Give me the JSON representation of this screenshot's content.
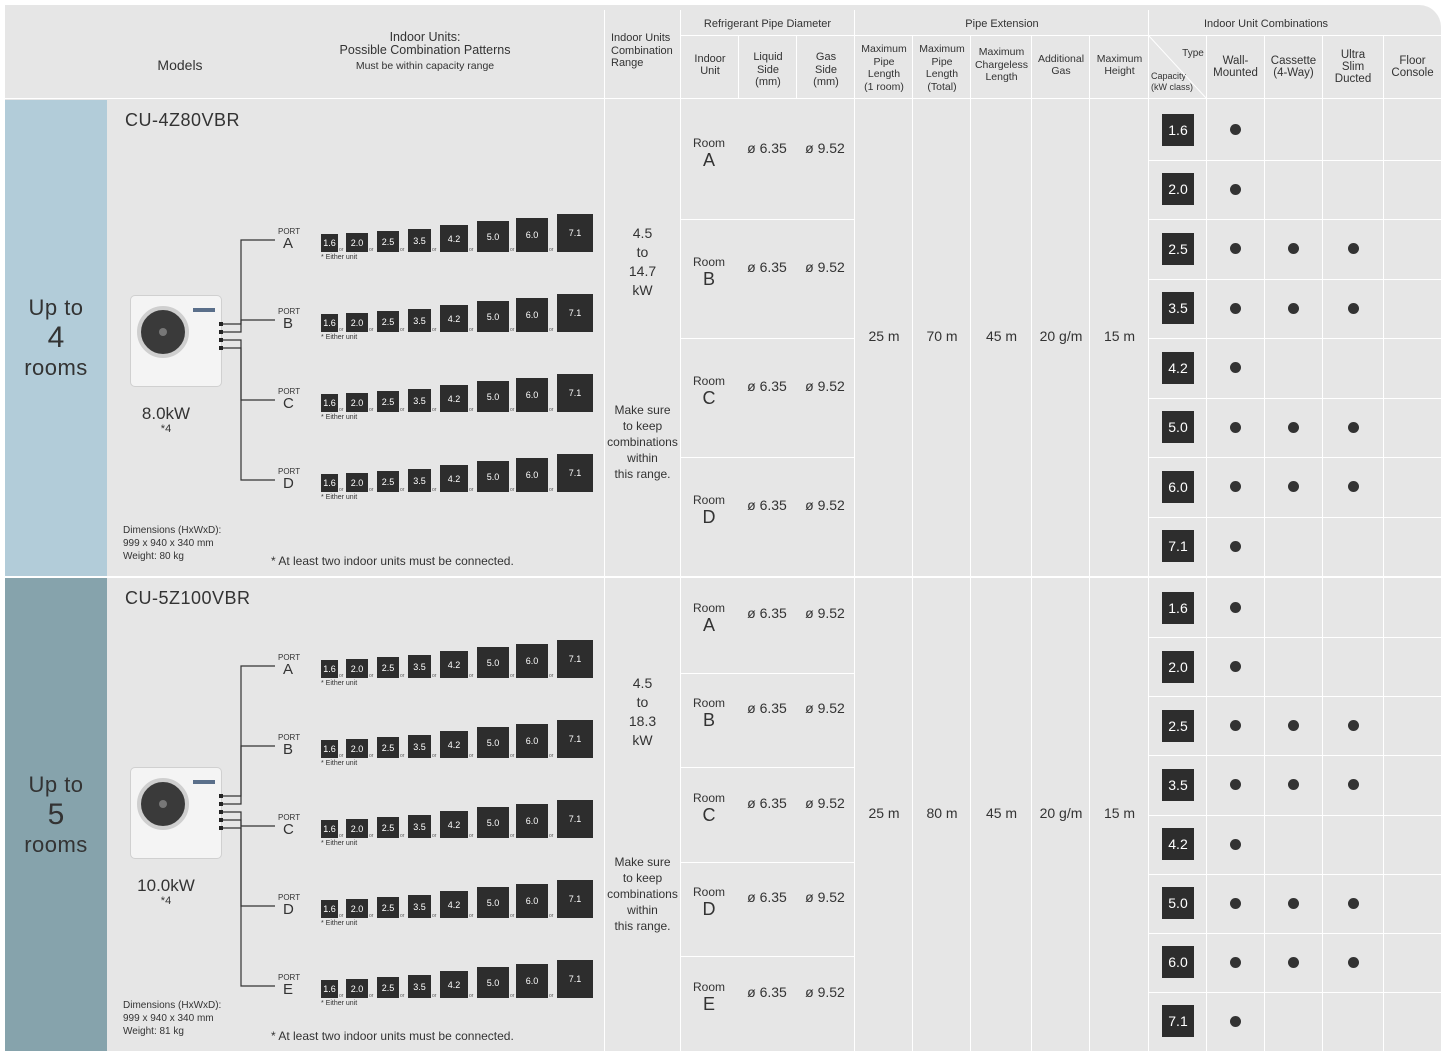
{
  "header": {
    "models": "Models",
    "patterns_title": "Indoor Units:\nPossible Combination Patterns",
    "patterns_sub": "Must be within capacity range",
    "range": "Indoor Units\nCombination\nRange",
    "refrigerant": "Refrigerant Pipe Diameter",
    "indoor_unit": "Indoor\nUnit",
    "liquid": "Liquid\nSide\n(mm)",
    "gas_side": "Gas\nSide\n(mm)",
    "pipe_extension": "Pipe Extension",
    "max_len_room": "Maximum\nPipe\nLength\n(1 room)",
    "max_len_total": "Maximum\nPipe\nLength\n(Total)",
    "chargeless": "Maximum\nChargeless\nLength",
    "additional_gas": "Additional\nGas",
    "max_height": "Maximum\nHeight",
    "combinations": "Indoor Unit Combinations",
    "type": "Type",
    "capacity": "Capacity\n(kW class)",
    "types": [
      "Wall-\nMounted",
      "Cassette\n(4-Way)",
      "Ultra\nSlim\nDucted",
      "Floor\nConsole"
    ]
  },
  "capacities": [
    "1.6",
    "2.0",
    "2.5",
    "3.5",
    "4.2",
    "5.0",
    "6.0",
    "7.1"
  ],
  "or_label": "or",
  "either_unit": "* Either unit",
  "port_word": "PORT",
  "room_word": "Room",
  "make_sure": "Make sure\nto keep\ncombinations\nwithin\nthis range.",
  "connect_note": "* At least two indoor units must be connected.",
  "compat": [
    [
      true,
      false,
      false,
      false
    ],
    [
      true,
      false,
      false,
      false
    ],
    [
      true,
      true,
      true,
      false
    ],
    [
      true,
      true,
      true,
      false
    ],
    [
      true,
      false,
      false,
      false
    ],
    [
      true,
      true,
      true,
      false
    ],
    [
      true,
      true,
      true,
      false
    ],
    [
      true,
      false,
      false,
      false
    ]
  ],
  "sections": [
    {
      "band_top": "Up to",
      "band_num": "4",
      "band_bot": "rooms",
      "model": "CU-4Z80VBR",
      "capacity": "8.0kW",
      "note": "*4",
      "dimensions": "Dimensions (HxWxD):\n999 x 940 x 340 mm\nWeight: 80 kg",
      "range": "4.5\nto\n14.7\nkW",
      "ports": [
        "A",
        "B",
        "C",
        "D"
      ],
      "rooms": [
        {
          "letter": "A",
          "liquid": "ø 6.35",
          "gas": "ø 9.52"
        },
        {
          "letter": "B",
          "liquid": "ø 6.35",
          "gas": "ø 9.52"
        },
        {
          "letter": "C",
          "liquid": "ø 6.35",
          "gas": "ø 9.52"
        },
        {
          "letter": "D",
          "liquid": "ø 6.35",
          "gas": "ø 9.52"
        }
      ],
      "max_len_room": "25 m",
      "max_len_total": "70 m",
      "chargeless": "45 m",
      "additional_gas": "20 g/m",
      "max_height": "15 m"
    },
    {
      "band_top": "Up to",
      "band_num": "5",
      "band_bot": "rooms",
      "model": "CU-5Z100VBR",
      "capacity": "10.0kW",
      "note": "*4",
      "dimensions": "Dimensions (HxWxD):\n999 x 940 x 340 mm\nWeight: 81 kg",
      "range": "4.5\nto\n18.3\nkW",
      "ports": [
        "A",
        "B",
        "C",
        "D",
        "E"
      ],
      "rooms": [
        {
          "letter": "A",
          "liquid": "ø 6.35",
          "gas": "ø 9.52"
        },
        {
          "letter": "B",
          "liquid": "ø 6.35",
          "gas": "ø 9.52"
        },
        {
          "letter": "C",
          "liquid": "ø 6.35",
          "gas": "ø 9.52"
        },
        {
          "letter": "D",
          "liquid": "ø 6.35",
          "gas": "ø 9.52"
        },
        {
          "letter": "E",
          "liquid": "ø 6.35",
          "gas": "ø 9.52"
        }
      ],
      "max_len_room": "25 m",
      "max_len_total": "80 m",
      "chargeless": "45 m",
      "additional_gas": "20 g/m",
      "max_height": "15 m"
    }
  ],
  "colors": {
    "band1": "#b2ccd9",
    "band2": "#86a3ac",
    "table_bg": "#e6e6e6",
    "capacity_box": "#2d2d2d"
  }
}
